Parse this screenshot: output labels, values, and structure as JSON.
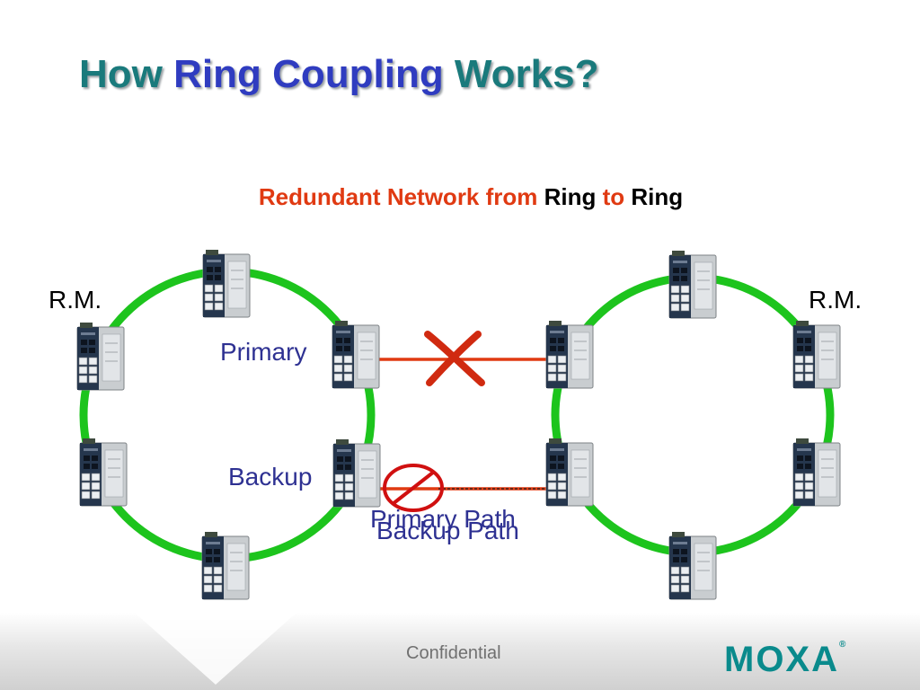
{
  "title": {
    "part1": "How ",
    "part2": "Ring Coupling",
    "part3": " Works?",
    "color_main": "#1a7a7c",
    "color_highlight": "#2f3cc0"
  },
  "subtitle": {
    "part1": "Redundant Network from ",
    "part2": "Ring",
    "part3": " to ",
    "part4": "Ring",
    "color_red": "#e03a12",
    "color_black": "#000000"
  },
  "labels": {
    "rm_left": "R.M.",
    "rm_right": "R.M.",
    "primary": "Primary",
    "backup": "Backup",
    "primary_path": "Primary Path",
    "backup_path": "Backup Path"
  },
  "colors": {
    "ring": "#1dc41d",
    "link": "#e03a12",
    "label_blue": "#2e3192"
  },
  "icons": {
    "switch": "industrial-ethernet-switch-icon",
    "broken_link": "red-x-icon",
    "blocked_link": "prohibited-sign-icon"
  },
  "footer": {
    "confidential": "Confidential",
    "logo": "MOXA"
  }
}
